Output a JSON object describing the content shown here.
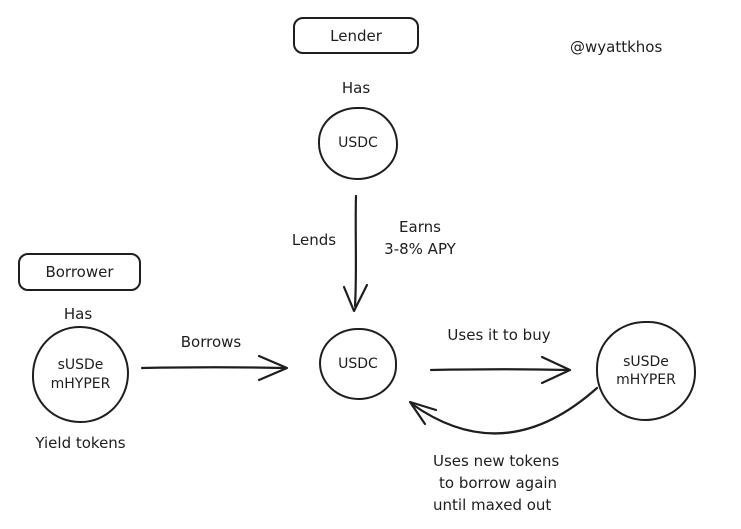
{
  "colors": {
    "ink": "#1e1e1e",
    "background": "#ffffff"
  },
  "attribution": "@wyattkhos",
  "lender": {
    "label": "Lender",
    "has": "Has",
    "token": "USDC"
  },
  "borrower": {
    "label": "Borrower",
    "has": "Has",
    "token_line1": "sUSDe",
    "token_line2": "mHYPER",
    "caption": "Yield tokens"
  },
  "center_token": "USDC",
  "bought_token": {
    "line1": "sUSDe",
    "line2": "mHYPER"
  },
  "edges": {
    "lends": "Lends",
    "earns": {
      "line1": "Earns",
      "line2": "3-8% APY"
    },
    "borrows": "Borrows",
    "uses_to_buy": "Uses it to buy",
    "loop": {
      "line1": "Uses new tokens",
      "line2": "to borrow again",
      "line3": "until maxed out"
    }
  }
}
